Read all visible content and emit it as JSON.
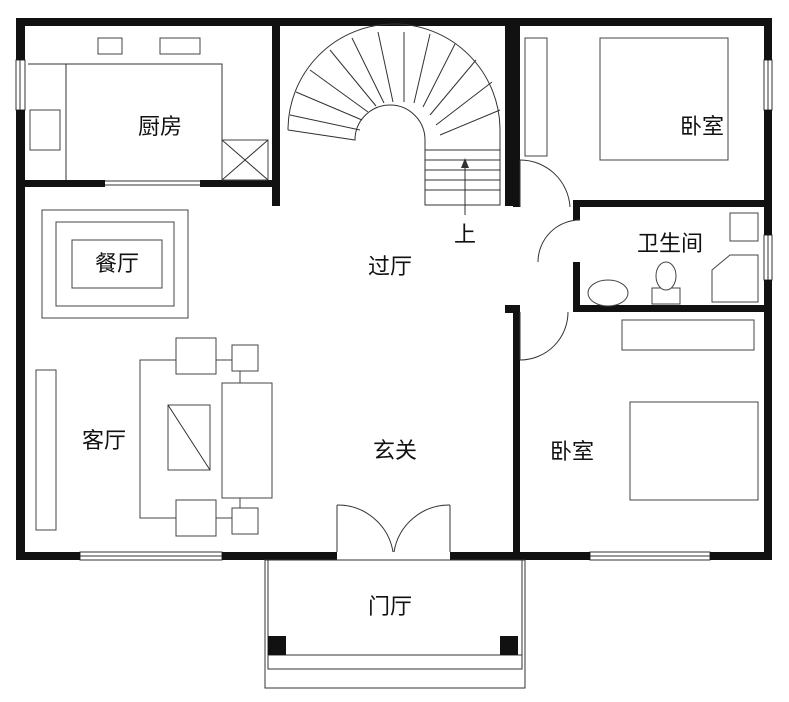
{
  "rooms": {
    "kitchen": "厨房",
    "bedroom_top": "卧室",
    "stairs_up": "上",
    "bathroom": "卫生间",
    "dining": "餐厅",
    "hall": "过厅",
    "living": "客厅",
    "foyer": "玄关",
    "bedroom_bottom": "卧室",
    "porch": "门厅"
  }
}
